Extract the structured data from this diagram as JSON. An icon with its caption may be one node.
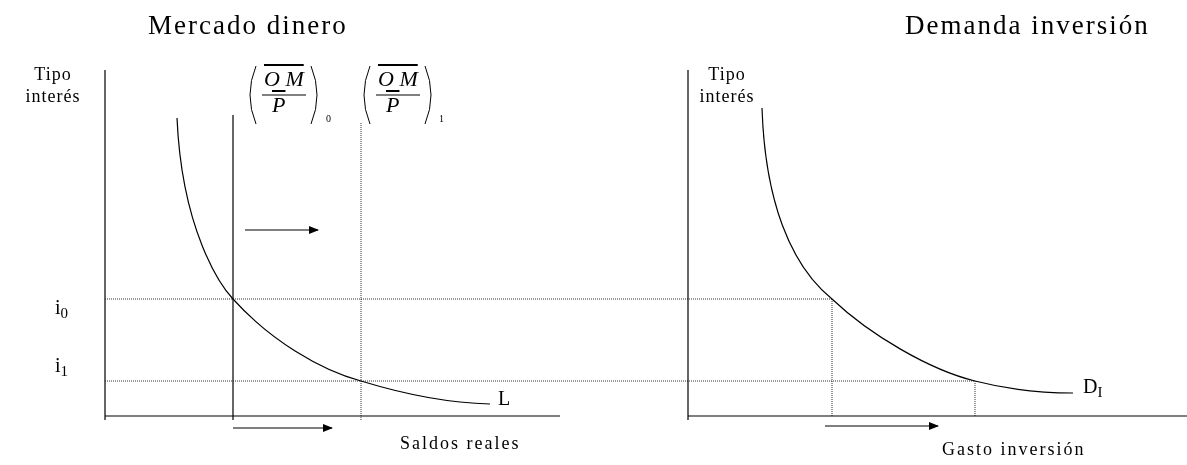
{
  "diagram": {
    "labels": [
      "Mercado dinero",
      "Demanda inversión",
      "Tipo interés",
      "O M",
      "P",
      "0",
      "O M",
      "P",
      "1",
      "Tipo interés",
      "i$_{0}$",
      "i$_{1}$",
      "L",
      "D$_{I}$",
      "Saldos reales",
      "Gasto inversión"
    ]
  }
}
